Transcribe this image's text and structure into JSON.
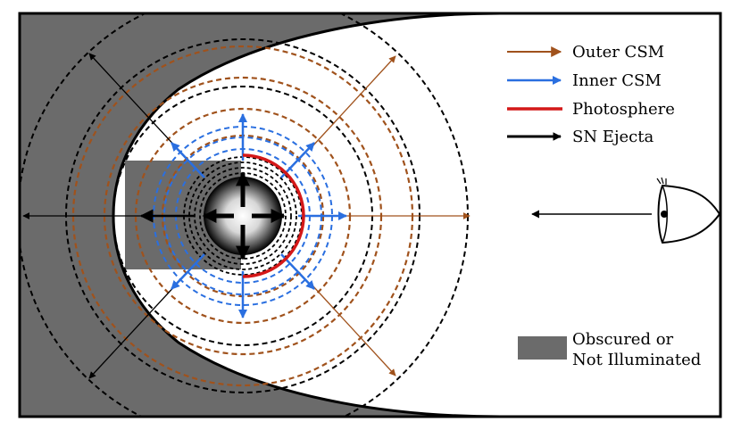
{
  "legend": {
    "outer_csm": "Outer CSM",
    "inner_csm": "Inner CSM",
    "photosphere": "Photosphere",
    "sn_ejecta": "SN Ejecta",
    "obscured_line1": "Obscured or",
    "obscured_line2": "Not Illuminated"
  },
  "colors": {
    "outer_csm": "#a0521c",
    "inner_csm": "#2a6fe0",
    "photosphere": "#d41818",
    "sn_ejecta": "#000000",
    "obscured": "#6b6b6b"
  },
  "icons": {
    "observer": "eye-icon"
  }
}
